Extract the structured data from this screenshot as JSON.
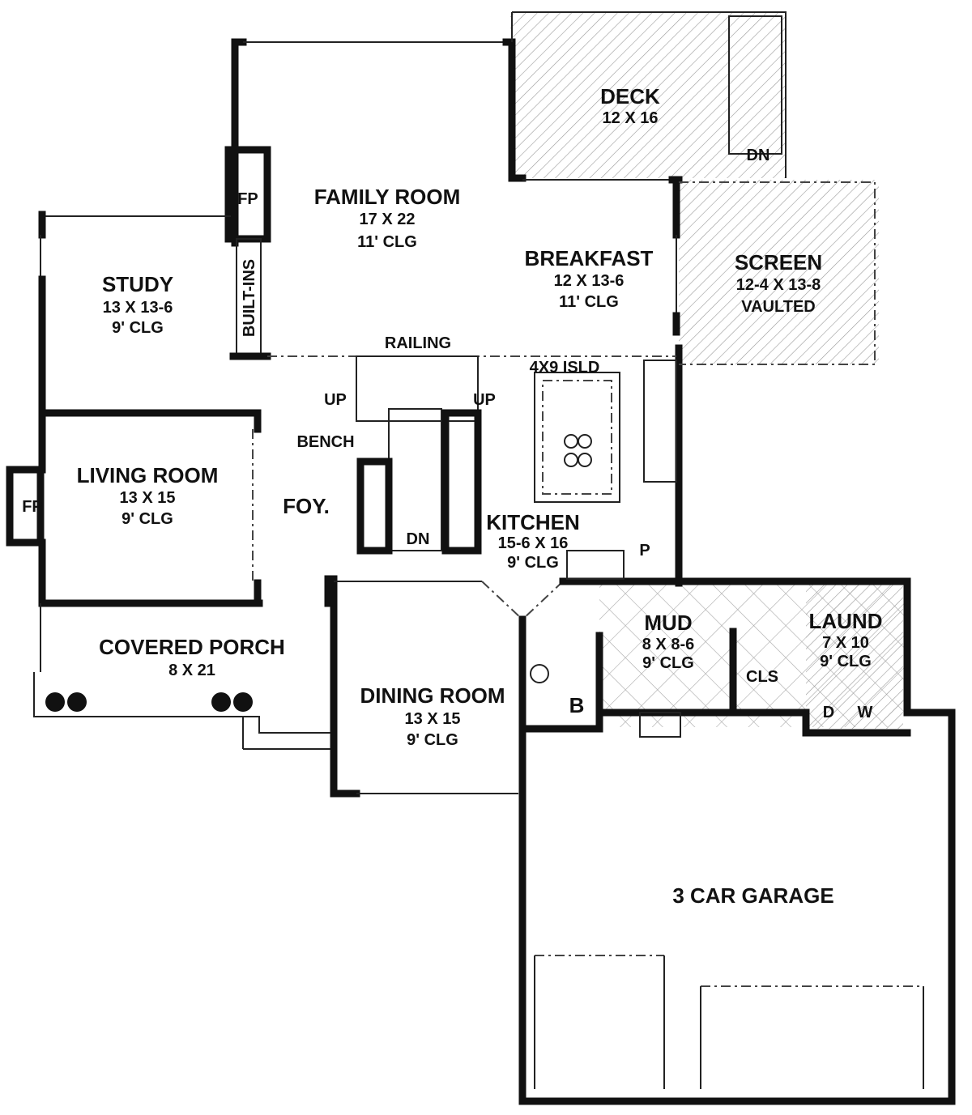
{
  "rooms": {
    "deck": {
      "name": "DECK",
      "size": "12 X 16",
      "stair": "DN"
    },
    "family": {
      "name": "FAMILY ROOM",
      "size": "17 X 22",
      "ceiling": "11' CLG"
    },
    "fireplace_family": "FP",
    "builtins": "BUILT-INS",
    "breakfast": {
      "name": "BREAKFAST",
      "size": "12 X 13-6",
      "ceiling": "11' CLG"
    },
    "screen": {
      "name": "SCREEN",
      "size": "12-4 X 13-8",
      "ceiling": "VAULTED"
    },
    "study": {
      "name": "STUDY",
      "size": "13 X 13-6",
      "ceiling": "9' CLG"
    },
    "railing": "RAILING",
    "island": "4X9 ISLD",
    "up_left": "UP",
    "up_right": "UP",
    "bench": "BENCH",
    "foyer": "FOY.",
    "stair_dn": "DN",
    "living": {
      "name": "LIVING ROOM",
      "size": "13 X 15",
      "ceiling": "9' CLG"
    },
    "fireplace_living": "FP",
    "kitchen": {
      "name": "KITCHEN",
      "size": "15-6 X 16",
      "ceiling": "9' CLG"
    },
    "pantry": "P",
    "porch": {
      "name": "COVERED PORCH",
      "size": "8 X 21"
    },
    "dining": {
      "name": "DINING ROOM",
      "size": "13 X 15",
      "ceiling": "9' CLG"
    },
    "bath": "B",
    "mud": {
      "name": "MUD",
      "size": "8 X 8-6",
      "ceiling": "9' CLG"
    },
    "closet": "CLS",
    "laundry": {
      "name": "LAUND",
      "size": "7 X 10",
      "ceiling": "9' CLG"
    },
    "dryer": "D",
    "washer": "W",
    "garage": {
      "name": "3 CAR GARAGE"
    }
  }
}
